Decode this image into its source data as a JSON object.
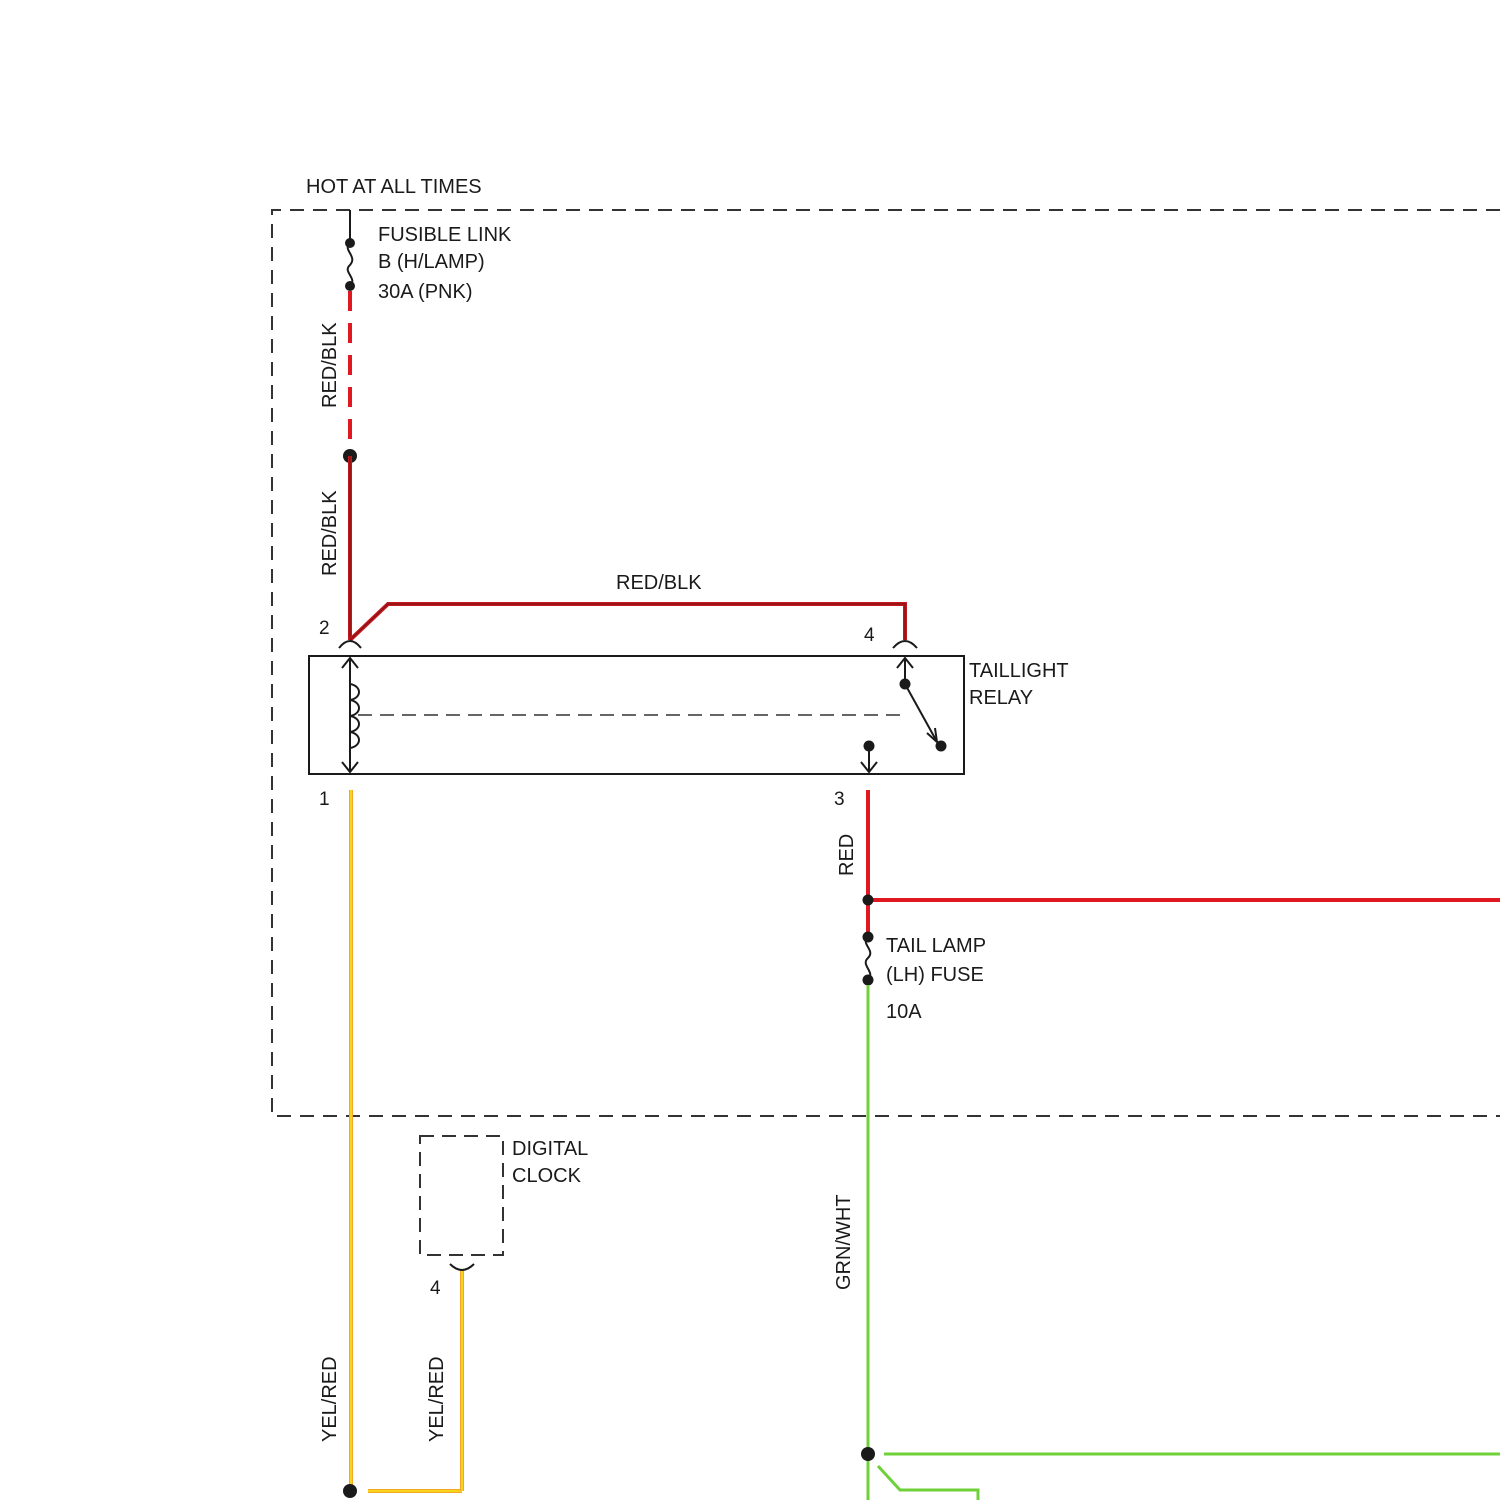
{
  "labels": {
    "hot_at_all_times": "HOT AT ALL TIMES",
    "fusible_link": [
      "FUSIBLE LINK",
      "B (H/LAMP)",
      "30A (PNK)"
    ],
    "taillight_relay": [
      "TAILLIGHT",
      "RELAY"
    ],
    "tail_lamp_fuse": [
      "TAIL LAMP",
      "(LH) FUSE",
      "10A"
    ],
    "digital_clock": [
      "DIGITAL",
      "CLOCK"
    ]
  },
  "wires": {
    "red_blk": "RED/BLK",
    "red": "RED",
    "grn_wht": "GRN/WHT",
    "yel_red": "YEL/RED"
  },
  "pins": {
    "relay_pin_2": "2",
    "relay_pin_4": "4",
    "relay_pin_1": "1",
    "relay_pin_3": "3",
    "clock_pin_4": "4"
  },
  "colors": {
    "red_blk_wire": "#c0181e",
    "red_wire": "#e01820",
    "grn_wht_wire": "#6fd13a",
    "yel_red_wire": "#f5a623",
    "yel_red_core": "#f6e21a"
  }
}
